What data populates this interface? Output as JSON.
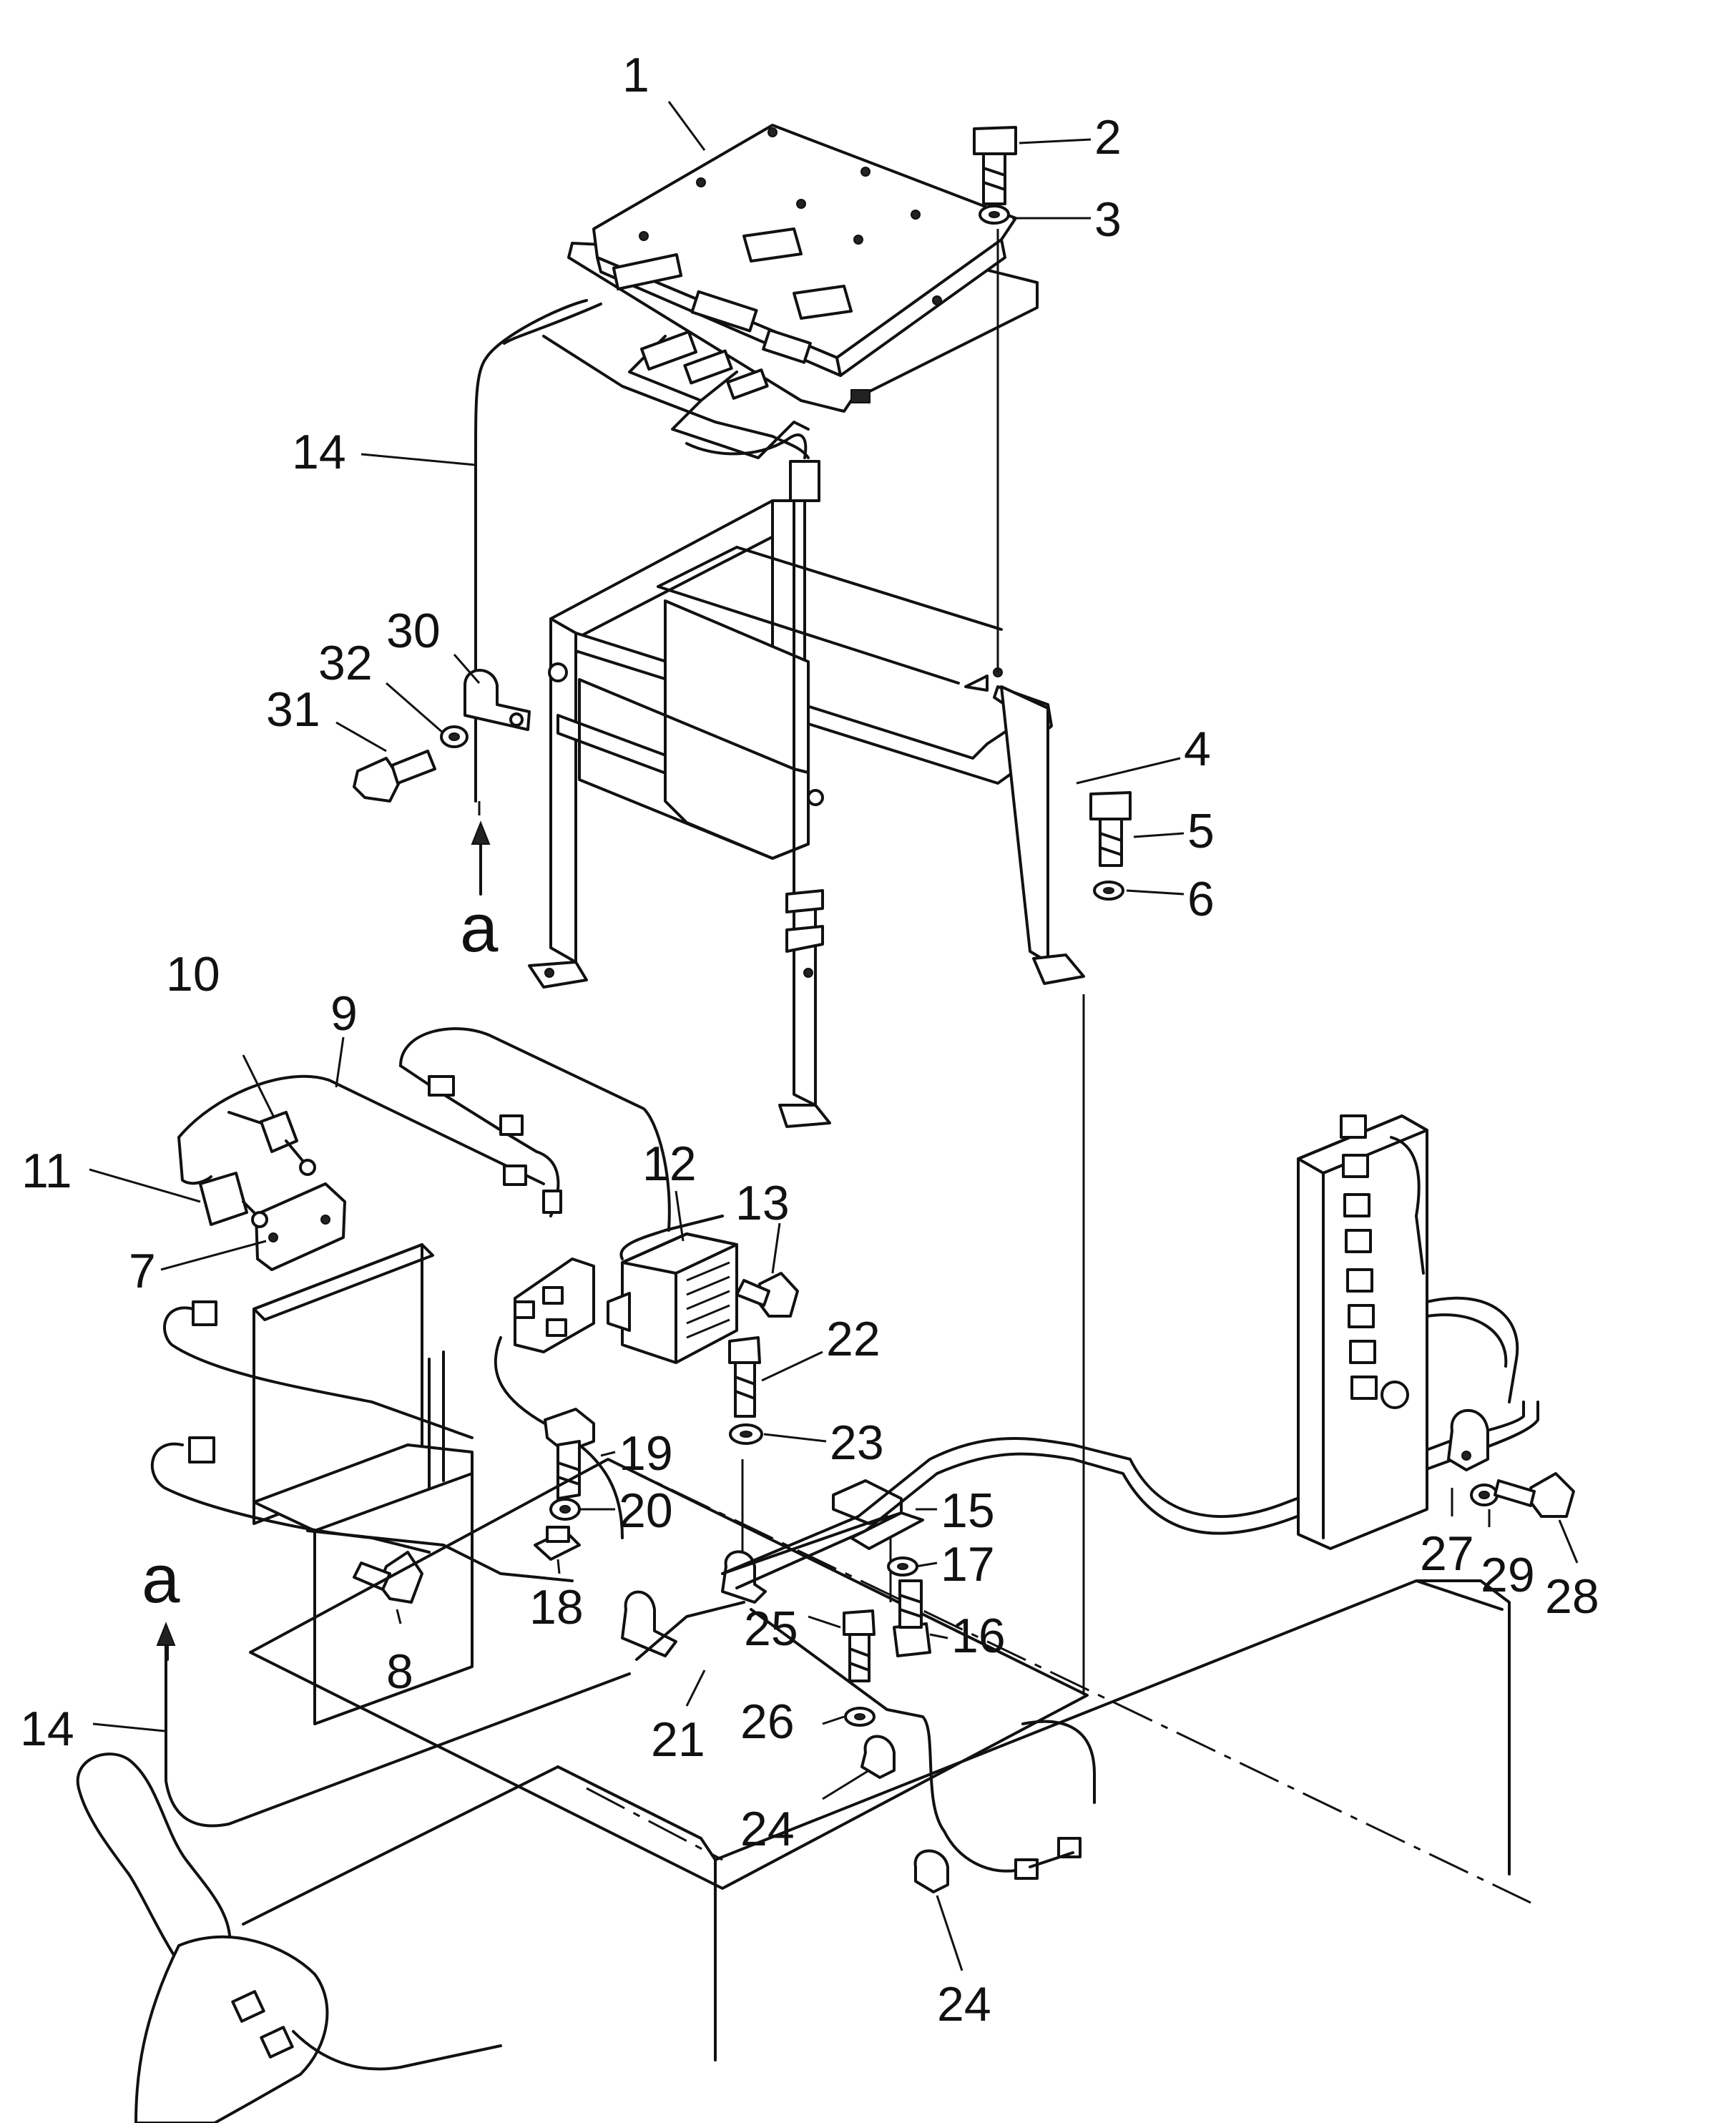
{
  "callouts": [
    {
      "id": "c1",
      "label": "1"
    },
    {
      "id": "c2",
      "label": "2"
    },
    {
      "id": "c3",
      "label": "3"
    },
    {
      "id": "c4",
      "label": "4"
    },
    {
      "id": "c5",
      "label": "5"
    },
    {
      "id": "c6",
      "label": "6"
    },
    {
      "id": "c7",
      "label": "7"
    },
    {
      "id": "c8",
      "label": "8"
    },
    {
      "id": "c9",
      "label": "9"
    },
    {
      "id": "c10",
      "label": "10"
    },
    {
      "id": "c11",
      "label": "11"
    },
    {
      "id": "c12",
      "label": "12"
    },
    {
      "id": "c13",
      "label": "13"
    },
    {
      "id": "c14a",
      "label": "14"
    },
    {
      "id": "c14b",
      "label": "14"
    },
    {
      "id": "c15",
      "label": "15"
    },
    {
      "id": "c16",
      "label": "16"
    },
    {
      "id": "c17",
      "label": "17"
    },
    {
      "id": "c18",
      "label": "18"
    },
    {
      "id": "c19",
      "label": "19"
    },
    {
      "id": "c20",
      "label": "20"
    },
    {
      "id": "c21",
      "label": "21"
    },
    {
      "id": "c22",
      "label": "22"
    },
    {
      "id": "c23",
      "label": "23"
    },
    {
      "id": "c24a",
      "label": "24"
    },
    {
      "id": "c24b",
      "label": "24"
    },
    {
      "id": "c25",
      "label": "25"
    },
    {
      "id": "c26",
      "label": "26"
    },
    {
      "id": "c27",
      "label": "27"
    },
    {
      "id": "c28",
      "label": "28"
    },
    {
      "id": "c29",
      "label": "29"
    },
    {
      "id": "c30",
      "label": "30"
    },
    {
      "id": "c31",
      "label": "31"
    },
    {
      "id": "c32",
      "label": "32"
    }
  ],
  "references": [
    {
      "id": "ra1",
      "label": "a"
    },
    {
      "id": "ra2",
      "label": "a"
    }
  ]
}
